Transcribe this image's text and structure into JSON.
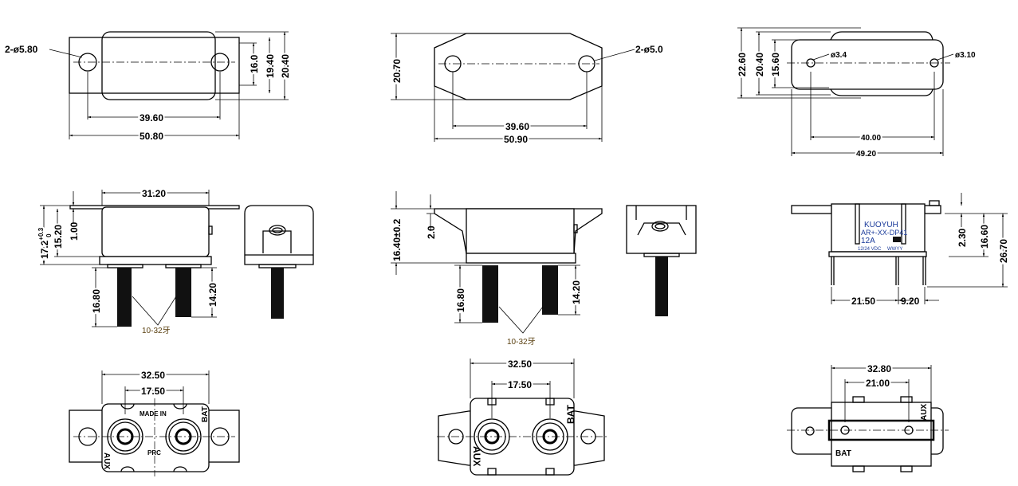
{
  "top_view_1": {
    "holes": "2-ø5.80",
    "d_16": "16.0",
    "d_19": "19.40",
    "d_20": "20.40",
    "d_39": "39.60",
    "d_50": "50.80"
  },
  "top_view_2": {
    "holes": "2-ø5.0",
    "d_20": "20.70",
    "d_39": "39.60",
    "d_50": "50.90"
  },
  "top_view_3": {
    "hole_a": "ø3.4",
    "hole_b": "ø3.10",
    "d_22": "22.60",
    "d_20": "20.40",
    "d_15": "15.60",
    "d_40": "40.00",
    "d_49": "49.20"
  },
  "side_view_1": {
    "d_31": "31.20",
    "d_17": "17.2",
    "tol_upper": "+0.3",
    "tol_lower": "0",
    "d_15": "15.20",
    "d_1": "1.00",
    "d_16": "16.80",
    "d_14": "14.20",
    "thread": "10-32牙"
  },
  "side_view_2": {
    "d_16": "16.40±0.2",
    "d_2": "2.0",
    "d_168": "16.80",
    "d_14": "14.20",
    "thread": "10-32牙"
  },
  "side_view_3": {
    "brand": "KUOYUH",
    "model": "AR+-XX-DP41",
    "rating": "12A",
    "voltage": "12/24 VDC",
    "date": "WWYY",
    "d_2": "2.30",
    "d_16": "16.60",
    "d_26": "26.70",
    "d_21": "21.50",
    "d_9": "9.20"
  },
  "bottom_view_1": {
    "d_32": "32.50",
    "d_17": "17.50",
    "made_in": "MADE IN",
    "country": "PRC",
    "bat": "BAT",
    "aux": "AUX"
  },
  "bottom_view_2": {
    "d_32": "32.50",
    "d_17": "17.50",
    "bat": "BAT",
    "aux": "AUX"
  },
  "bottom_view_3": {
    "d_32": "32.80",
    "d_21": "21.00",
    "bat": "BAT",
    "aux": "AUX"
  }
}
